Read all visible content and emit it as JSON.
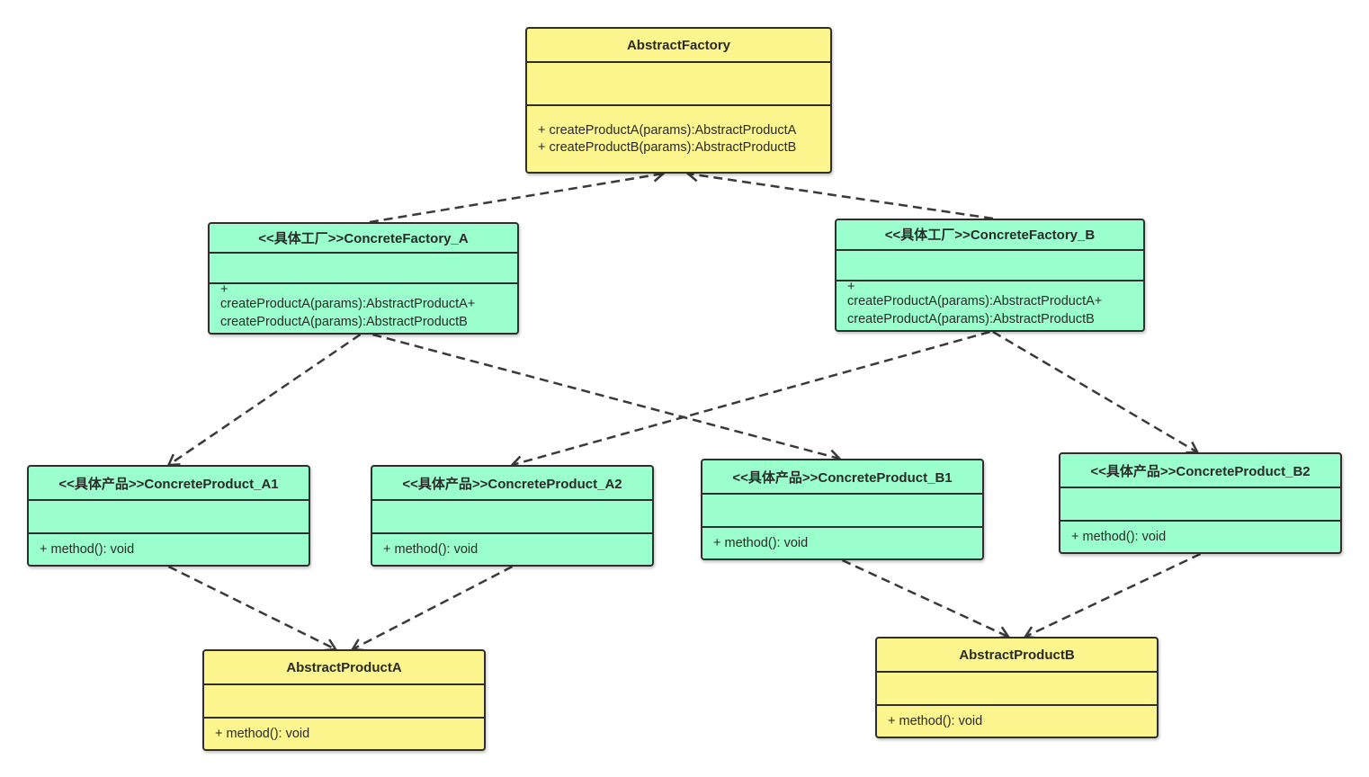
{
  "colors": {
    "abstract_fill": "#fdf58d",
    "concrete_fill": "#9affcc",
    "border": "#2f2f2f",
    "edge": "#3a3a3a"
  },
  "classes": {
    "abstract_factory": {
      "name": "AbstractFactory",
      "operations": [
        "+ createProductA(params):AbstractProductA",
        "+ createProductB(params):AbstractProductB"
      ]
    },
    "factory_a": {
      "name": "<<具体工厂>>ConcreteFactory_A",
      "operations": [
        "+",
        "createProductA(params):AbstractProductA+",
        "createProductA(params):AbstractProductB"
      ]
    },
    "factory_b": {
      "name": "<<具体工厂>>ConcreteFactory_B",
      "operations": [
        "+",
        "createProductA(params):AbstractProductA+",
        "createProductA(params):AbstractProductB"
      ]
    },
    "product_a1": {
      "name": "<<具体产品>>ConcreteProduct_A1",
      "operations": [
        "+ method(): void"
      ]
    },
    "product_a2": {
      "name": "<<具体产品>>ConcreteProduct_A2",
      "operations": [
        "+ method(): void"
      ]
    },
    "product_b1": {
      "name": "<<具体产品>>ConcreteProduct_B1",
      "operations": [
        "+ method(): void"
      ]
    },
    "product_b2": {
      "name": "<<具体产品>>ConcreteProduct_B2",
      "operations": [
        "+ method(): void"
      ]
    },
    "abstract_product_a": {
      "name": "AbstractProductA",
      "operations": [
        "+ method(): void"
      ]
    },
    "abstract_product_b": {
      "name": "AbstractProductB",
      "operations": [
        "+ method(): void"
      ]
    }
  },
  "relations": [
    {
      "from": "factory_a",
      "to": "abstract_factory",
      "kind": "realization"
    },
    {
      "from": "factory_b",
      "to": "abstract_factory",
      "kind": "realization"
    },
    {
      "from": "factory_a",
      "to": "product_a1",
      "kind": "dependency"
    },
    {
      "from": "factory_a",
      "to": "product_b1",
      "kind": "dependency"
    },
    {
      "from": "factory_b",
      "to": "product_a2",
      "kind": "dependency"
    },
    {
      "from": "factory_b",
      "to": "product_b2",
      "kind": "dependency"
    },
    {
      "from": "product_a1",
      "to": "abstract_product_a",
      "kind": "realization"
    },
    {
      "from": "product_a2",
      "to": "abstract_product_a",
      "kind": "realization"
    },
    {
      "from": "product_b1",
      "to": "abstract_product_b",
      "kind": "realization"
    },
    {
      "from": "product_b2",
      "to": "abstract_product_b",
      "kind": "realization"
    }
  ]
}
